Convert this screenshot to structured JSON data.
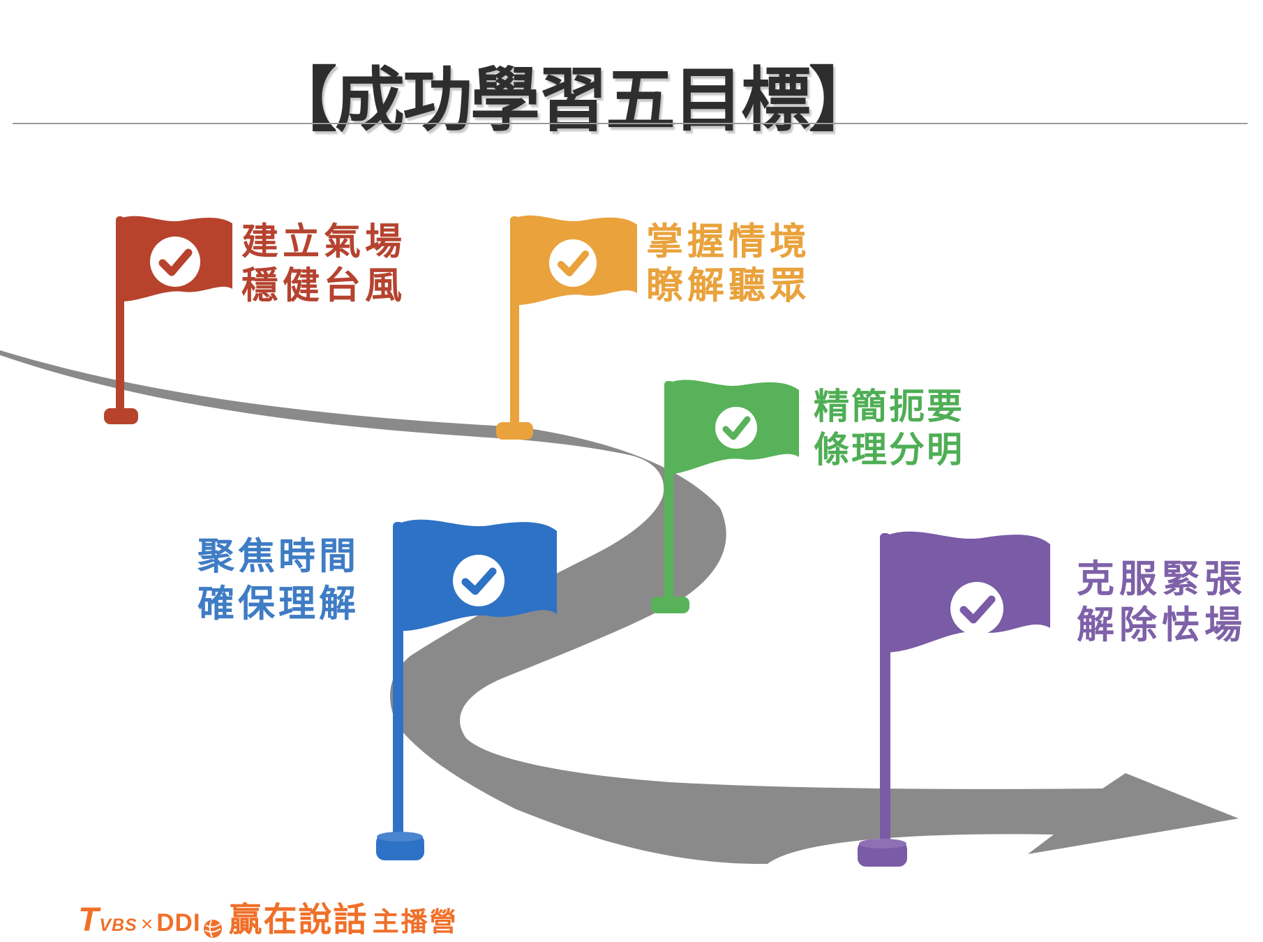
{
  "title": "【成功學習五目標】",
  "goals": [
    {
      "id": "establish-presence",
      "color": "#b5432f",
      "line1": "建立氣場",
      "line2": "穩健台風"
    },
    {
      "id": "grasp-context",
      "color": "#e9a23c",
      "line1": "掌握情境",
      "line2": "瞭解聽眾"
    },
    {
      "id": "concise-organized",
      "color": "#58b259",
      "line1": "精簡扼要",
      "line2": "條理分明"
    },
    {
      "id": "focus-time",
      "color": "#2e72c5",
      "line1": "聚焦時間",
      "line2": "確保理解"
    },
    {
      "id": "overcome-nervousness",
      "color": "#7a5ba6",
      "line1": "克服緊張",
      "line2": "解除怯場"
    }
  ],
  "road": {
    "color": "#8a8a8a",
    "shape": "s-curve-with-arrow"
  },
  "icons": {
    "flag_check": "check-circle"
  },
  "footer": {
    "tvbs_t": "T",
    "tvbs_vbs": "VBS",
    "cross": "×",
    "ddi": "DDI",
    "brand": "贏在說話",
    "suffix": "主播營",
    "color": "#f06f29"
  }
}
